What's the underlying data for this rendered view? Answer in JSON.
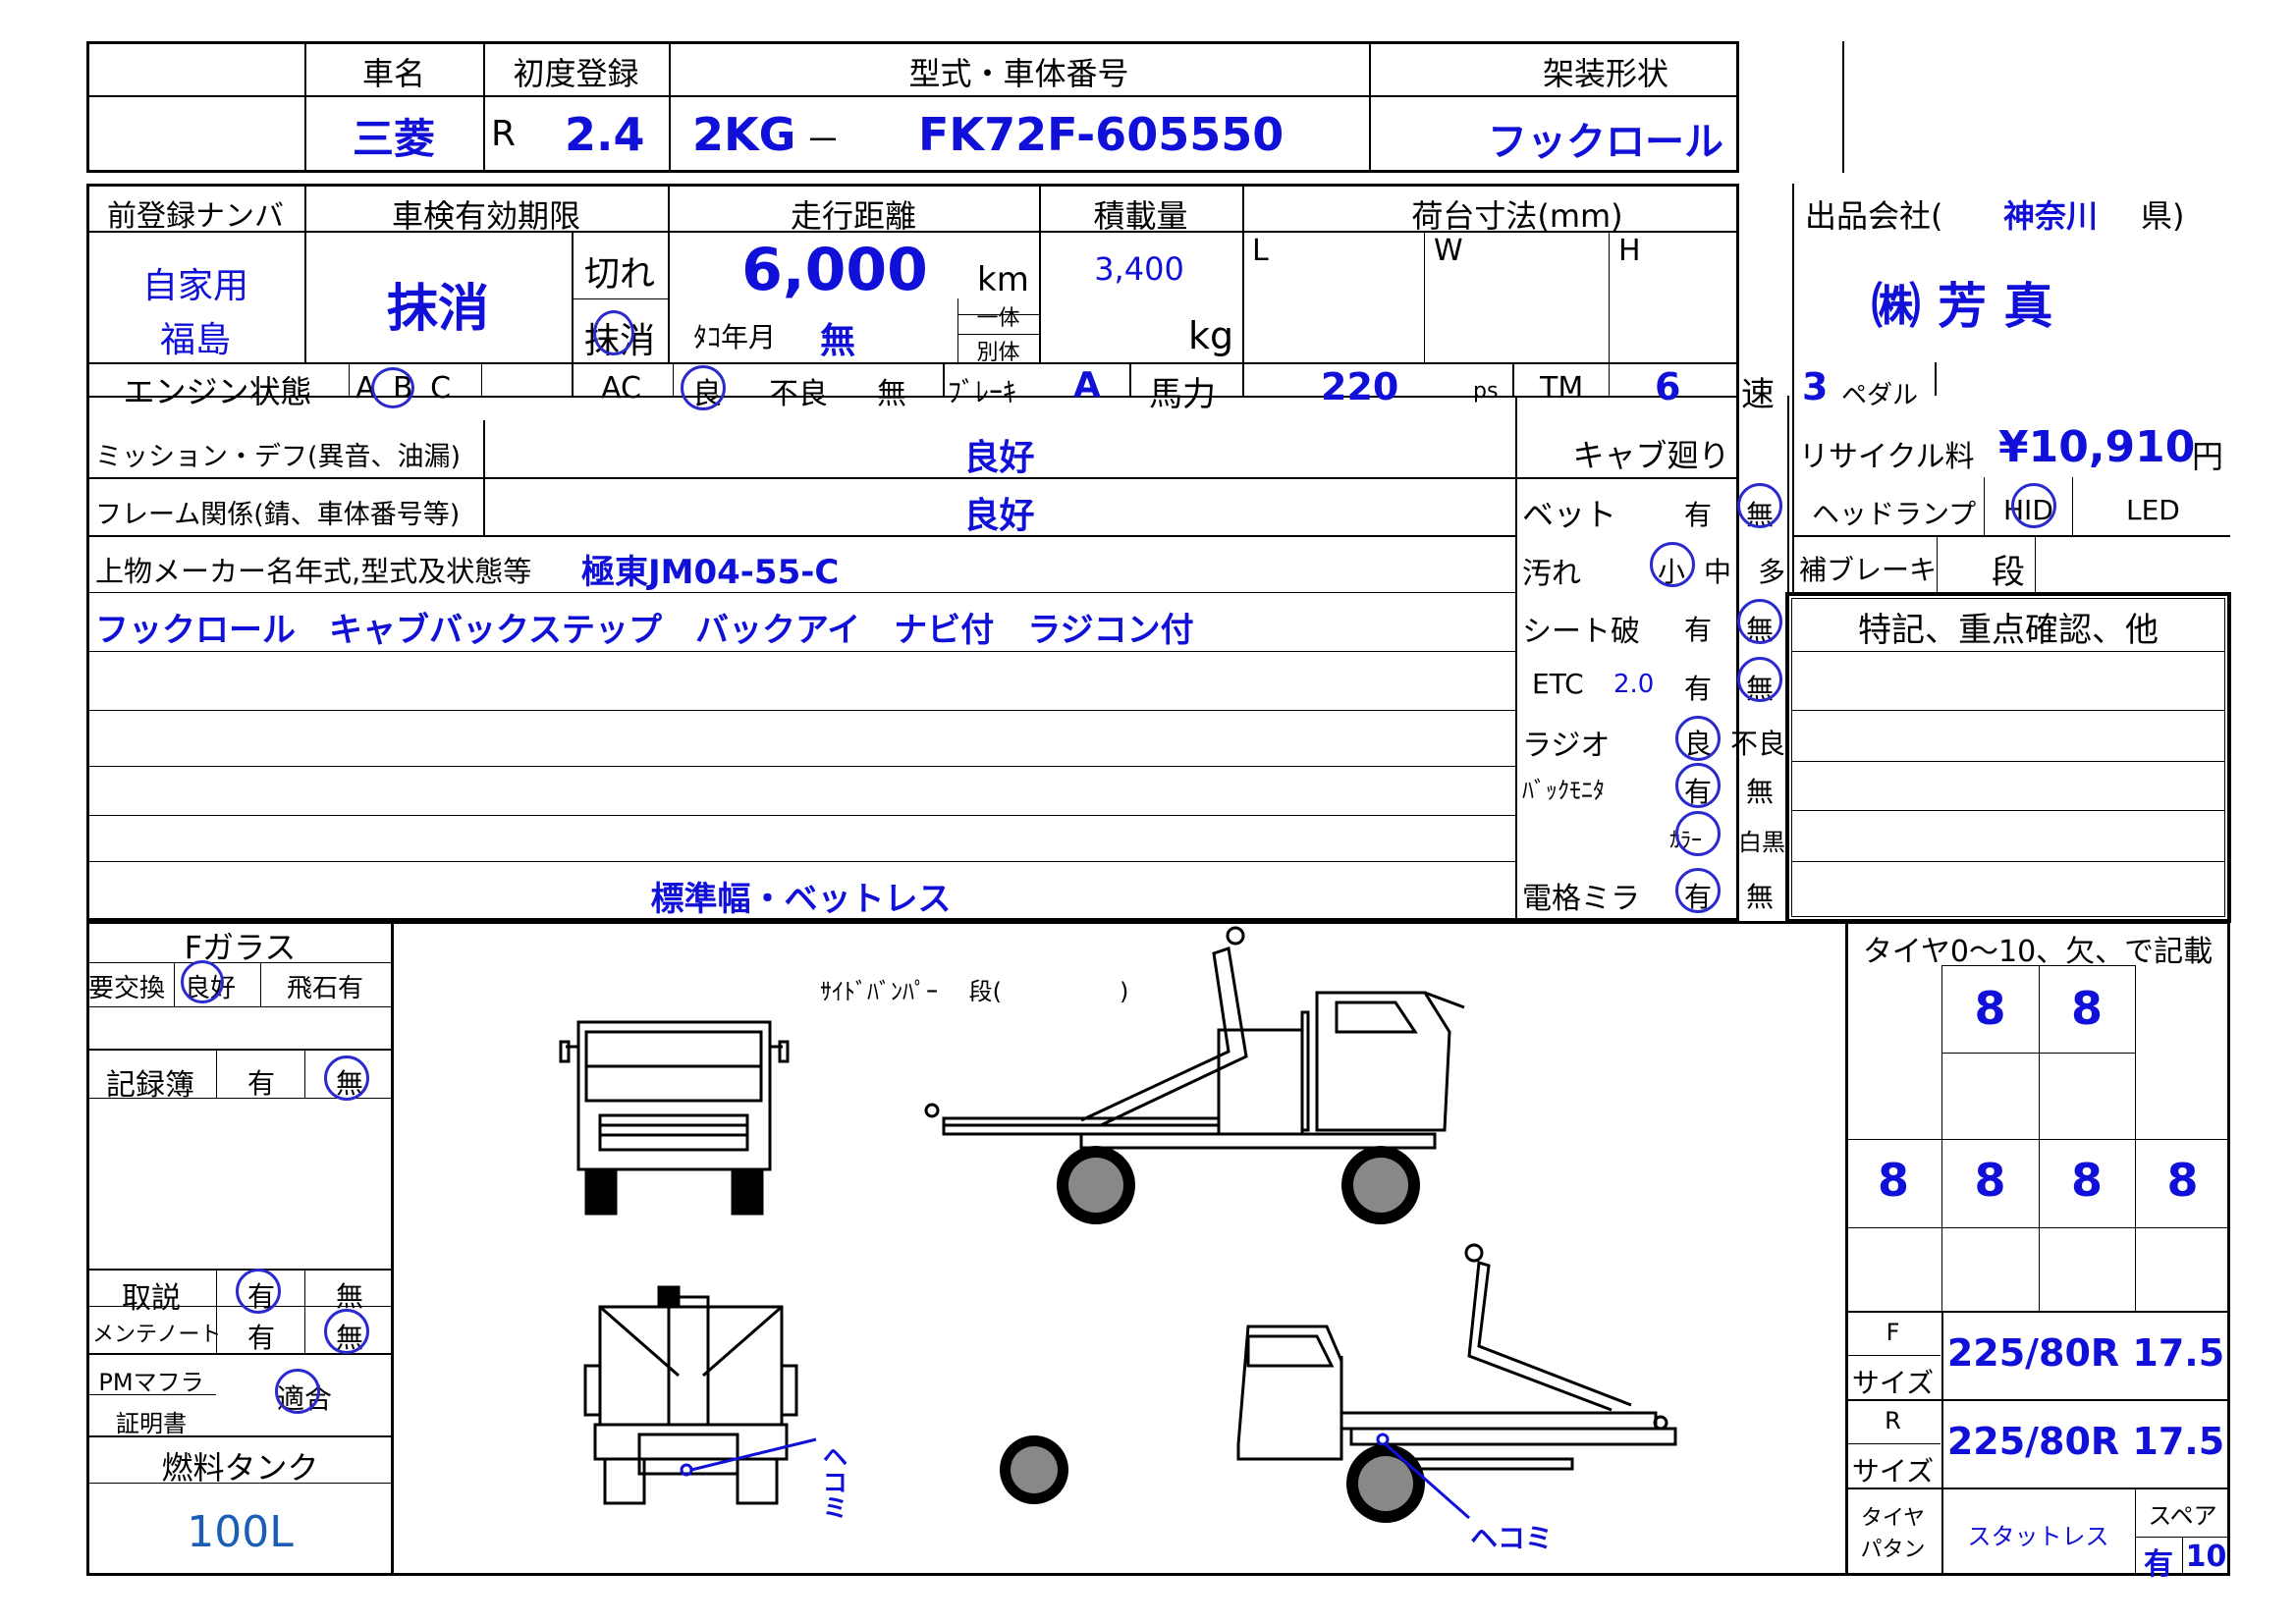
{
  "header": {
    "h_name": "車名",
    "h_first_reg": "初度登録",
    "h_model": "型式・車体番号",
    "h_body": "架装形状",
    "maker": "三菱",
    "era": "R",
    "reg_date": "2.4",
    "model_prefix": "2KG",
    "model_dash": "－",
    "chassis": "FK72F-605550",
    "body_type": "フックロール"
  },
  "row2": {
    "h_prev_plate": "前登録ナンバ",
    "h_inspection": "車検有効期限",
    "h_mileage": "走行距離",
    "h_load": "積載量",
    "h_bed": "荷台寸法(mm)",
    "h_seller": "出品会社(",
    "pref": "神奈川",
    "pref_suffix": "県)",
    "use": "自家用",
    "plate_area": "福島",
    "inspection": "抹消",
    "kire": "切れ",
    "masho": "抹消",
    "mileage": "6,000",
    "km": "km",
    "tacho_label": "ﾀｺ年月",
    "tacho": "無",
    "ittai": "一体",
    "betsutai": "別体",
    "load": "3,400",
    "kg": "kg",
    "L": "L",
    "W": "W",
    "H": "H",
    "company": "㈱ 芳 真"
  },
  "row3": {
    "engine_label": "エンジン状態",
    "engine_abc": "A B C",
    "ac_label": "AC",
    "ac_good": "良",
    "ac_bad": "不良",
    "ac_none": "無",
    "brake_label": "ﾌﾞﾚｰｷ",
    "brake": "A",
    "hp_label": "馬力",
    "hp": "220",
    "ps": "ps",
    "tm_label": "TM",
    "tm": "6",
    "speed": "速",
    "pedal": "3",
    "pedal_label": "ペダル"
  },
  "condition": {
    "mission_label": "ミッション・デフ(異音、油漏)",
    "mission": "良好",
    "frame_label": "フレーム関係(錆、車体番号等)",
    "frame": "良好",
    "maker_label": "上物メーカー名年式,型式及状態等",
    "maker_value": "極東JM04-55-C",
    "equipment": "フックロール　キャブバックステップ　バックアイ　ナビ付　ラジコン付",
    "width_note": "標準幅・ベットレス"
  },
  "cab": {
    "title": "キャブ廻り",
    "bed_label": "ベット",
    "yes": "有",
    "no": "無",
    "dirt_label": "汚れ",
    "small": "小",
    "mid": "中",
    "many": "多",
    "seat_label": "シート破",
    "etc_label": "ETC",
    "etc_ver": "2.0",
    "radio_label": "ラジオ",
    "good": "良",
    "bad": "不良",
    "backmon_label": "ﾊﾞｯｸﾓﾆﾀ",
    "color": "ｶﾗｰ",
    "mono": "白黒",
    "mirror_label": "電格ミラ"
  },
  "right": {
    "recycle_label": "リサイクル料",
    "recycle": "¥10,910",
    "yen": "円",
    "headlamp_label": "ヘッドランプ",
    "hid": "HID",
    "led": "LED",
    "aux_brake_label": "補ブレーキ",
    "aux_brake": "段",
    "notes_title": "特記、重点確認、他"
  },
  "left": {
    "fglass_title": "Fガラス",
    "replace": "要交換",
    "good": "良好",
    "chip": "飛石有",
    "record_label": "記録簿",
    "yes": "有",
    "no": "無",
    "manual_label": "取説",
    "maint_label": "メンテノート",
    "pm_label": "PMマフラ",
    "cert_label": "証明書",
    "pm_value": "適合",
    "fuel_label": "燃料タンク",
    "fuel": "100L"
  },
  "diagram": {
    "side_bumper": "ｻｲﾄﾞﾊﾞﾝﾊﾟｰ　 段(　　　　　)",
    "dent1": "ヘコミ",
    "dent2": "ヘコミ"
  },
  "tires": {
    "title": "タイヤ0～10、欠、で記載",
    "front": [
      "8",
      "8"
    ],
    "rear": [
      "8",
      "8",
      "8",
      "8"
    ],
    "F": "F",
    "R": "R",
    "size_label": "サイズ",
    "front_size": "225/80R 17.5",
    "rear_size": "225/80R 17.5",
    "pattern_label1": "タイヤ",
    "pattern_label2": "パタン",
    "pattern": "スタットレス",
    "spare_label": "スペア",
    "spare_yes": "有",
    "spare": "10"
  }
}
